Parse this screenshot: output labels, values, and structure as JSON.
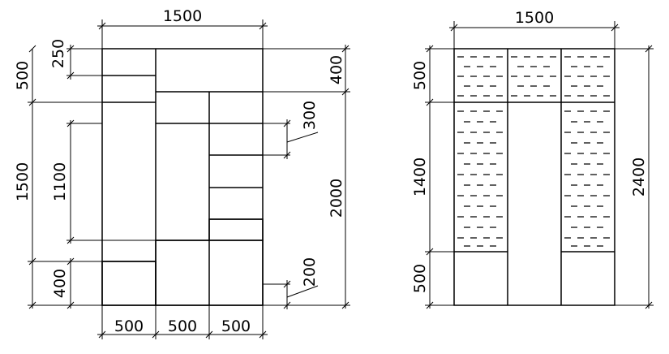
{
  "left_view": {
    "top_width": "1500",
    "left_250": "250",
    "left_500": "500",
    "left_1500": "1500",
    "left_1100": "1100",
    "left_400": "400",
    "right_400": "400",
    "right_300": "300",
    "right_2000": "2000",
    "right_200": "200",
    "bottom_1": "500",
    "bottom_2": "500",
    "bottom_3": "500"
  },
  "right_view": {
    "top_width": "1500",
    "left_500_top": "500",
    "left_1400": "1400",
    "left_500_bottom": "500",
    "right_2400": "2400"
  }
}
